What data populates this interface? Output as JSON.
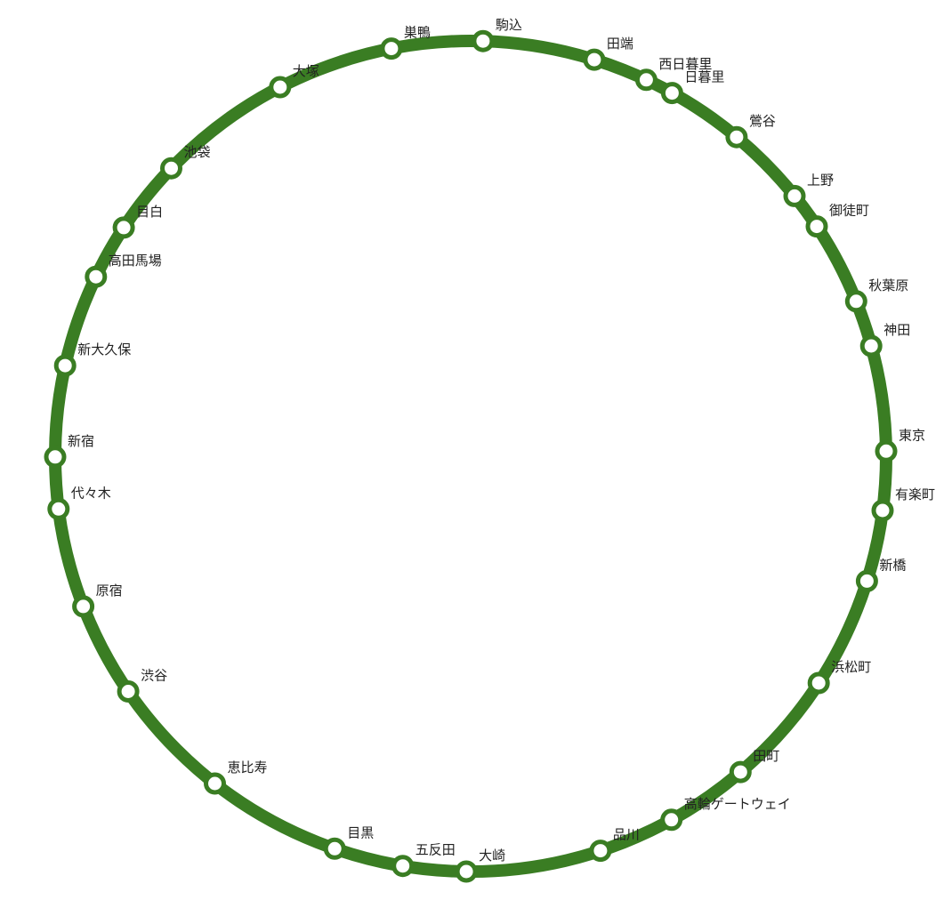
{
  "line": {
    "color": "#3a7d23",
    "station_fill": "#ffffff"
  },
  "stations": [
    {
      "name": "駒込",
      "angle": 1.7
    },
    {
      "name": "田端",
      "angle": 17.3
    },
    {
      "name": "西日暮里",
      "angle": 25.0
    },
    {
      "name": "日暮里",
      "angle": 29.0
    },
    {
      "name": "鶯谷",
      "angle": 39.8
    },
    {
      "name": "上野",
      "angle": 51.2
    },
    {
      "name": "御徒町",
      "angle": 56.4
    },
    {
      "name": "秋葉原",
      "angle": 68.1
    },
    {
      "name": "神田",
      "angle": 74.6
    },
    {
      "name": "東京",
      "angle": 89.3
    },
    {
      "name": "有楽町",
      "angle": 97.5
    },
    {
      "name": "新橋",
      "angle": 107.5
    },
    {
      "name": "浜松町",
      "angle": 123.1
    },
    {
      "name": "田町",
      "angle": 139.5
    },
    {
      "name": "高輪ゲートウェイ",
      "angle": 151.1
    },
    {
      "name": "品川",
      "angle": 161.8
    },
    {
      "name": "大崎",
      "angle": 180.6
    },
    {
      "name": "五反田",
      "angle": 189.4
    },
    {
      "name": "目黒",
      "angle": 199.1
    },
    {
      "name": "恵比寿",
      "angle": 218.0
    },
    {
      "name": "渋谷",
      "angle": 235.5
    },
    {
      "name": "原宿",
      "angle": 248.8
    },
    {
      "name": "代々木",
      "angle": 262.7
    },
    {
      "name": "新宿",
      "angle": 269.9
    },
    {
      "name": "新大久保",
      "angle": 282.6
    },
    {
      "name": "高田馬場",
      "angle": 295.6
    },
    {
      "name": "目白",
      "angle": 303.4
    },
    {
      "name": "池袋",
      "angle": 313.9
    },
    {
      "name": "大塚",
      "angle": 332.7
    },
    {
      "name": "巣鴨",
      "angle": 349.0
    }
  ]
}
